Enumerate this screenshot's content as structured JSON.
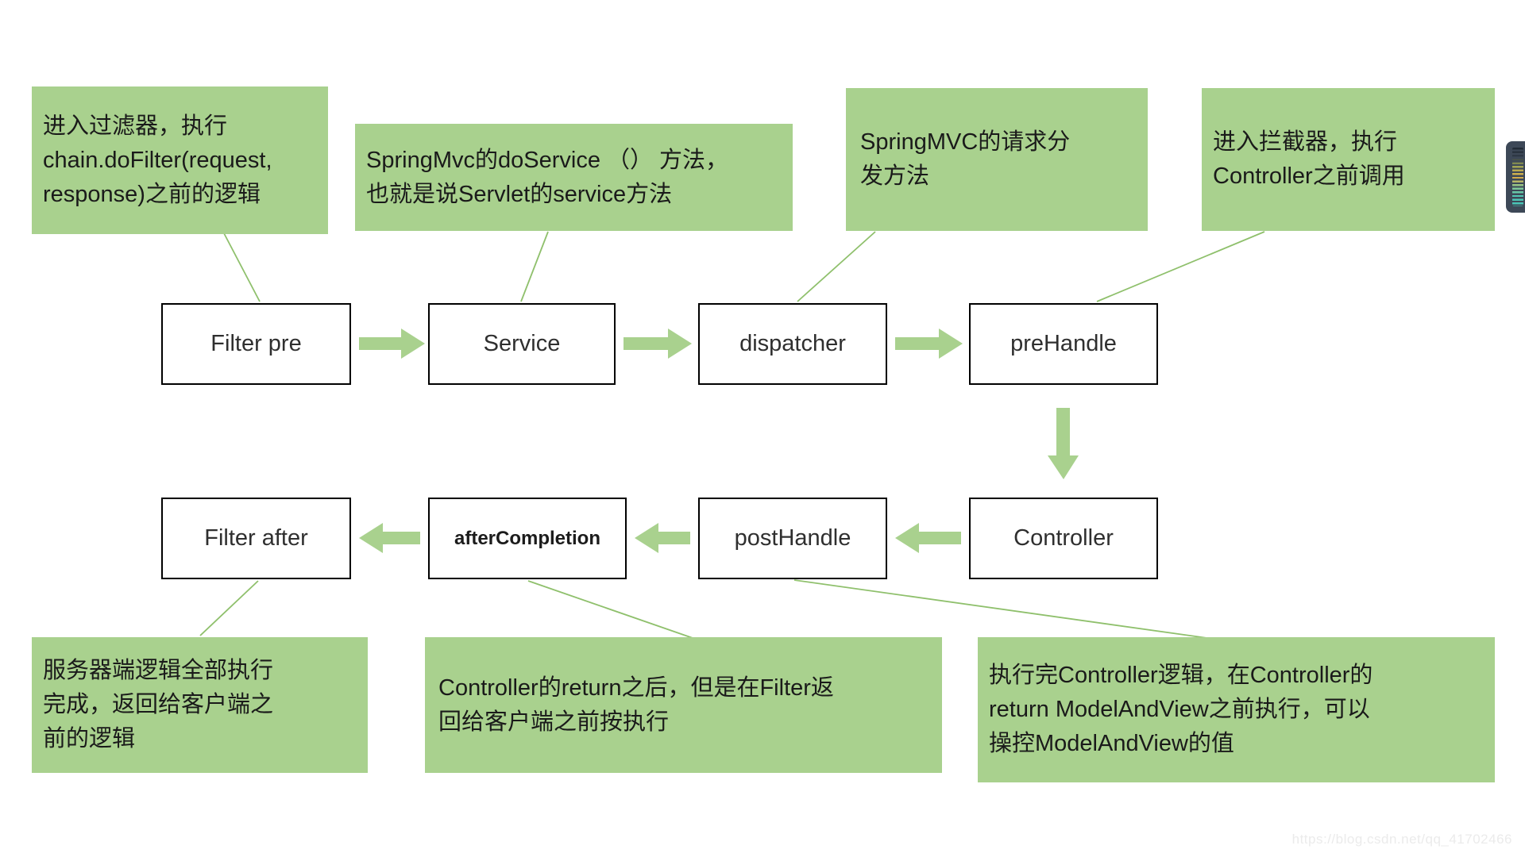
{
  "title": "SpringMVC Filter / Interceptor execution flow diagram",
  "colors": {
    "note_fill": "#a9d18e",
    "arrow_fill": "#a9d18e",
    "callout_line": "#8fc06c",
    "node_border": "#000000",
    "node_text": "#2f2f2f",
    "note_text": "#1a1a1a",
    "watermark_text": "#ebebeb",
    "widget_body": "#3d4857"
  },
  "nodes": {
    "row1": [
      {
        "label": "Filter pre"
      },
      {
        "label": "Service"
      },
      {
        "label": "dispatcher"
      },
      {
        "label": "preHandle"
      }
    ],
    "row2": [
      {
        "label": "Filter after"
      },
      {
        "label": "afterCompletion"
      },
      {
        "label": "postHandle"
      },
      {
        "label": "Controller"
      }
    ]
  },
  "notes": [
    {
      "id": "filter-pre",
      "text": "进入过滤器，执行\nchain.doFilter(request,\nresponse)之前的逻辑"
    },
    {
      "id": "service",
      "text": "SpringMvc的doService （） 方法，\n也就是说Servlet的service方法"
    },
    {
      "id": "dispatcher",
      "text": "SpringMVC的请求分\n发方法"
    },
    {
      "id": "prehandle",
      "text": "进入拦截器，执行\nController之前调用"
    },
    {
      "id": "filter-after",
      "text": "服务器端逻辑全部执行\n完成，返回给客户端之\n前的逻辑"
    },
    {
      "id": "aftercompletion",
      "text": "Controller的return之后，但是在Filter返\n回给客户端之前按执行"
    },
    {
      "id": "posthandle",
      "text": "执行完Controller逻辑，在Controller的\nreturn ModelAndView之前执行，可以\n操控ModelAndView的值"
    }
  ],
  "edges": {
    "flow_arrows": [
      {
        "from": "Filter pre",
        "to": "Service",
        "direction": "right"
      },
      {
        "from": "Service",
        "to": "dispatcher",
        "direction": "right"
      },
      {
        "from": "dispatcher",
        "to": "preHandle",
        "direction": "right"
      },
      {
        "from": "preHandle",
        "to": "Controller",
        "direction": "down"
      },
      {
        "from": "Controller",
        "to": "postHandle",
        "direction": "left"
      },
      {
        "from": "postHandle",
        "to": "afterCompletion",
        "direction": "left"
      },
      {
        "from": "afterCompletion",
        "to": "Filter after",
        "direction": "left"
      }
    ],
    "callout_lines": [
      {
        "note": "filter-pre",
        "node": "Filter pre"
      },
      {
        "note": "service",
        "node": "Service"
      },
      {
        "note": "dispatcher",
        "node": "dispatcher"
      },
      {
        "note": "prehandle",
        "node": "preHandle"
      },
      {
        "note": "filter-after",
        "node": "Filter after"
      },
      {
        "note": "aftercompletion",
        "node": "afterCompletion"
      },
      {
        "note": "posthandle",
        "node": "postHandle"
      }
    ]
  },
  "watermark": {
    "text": "https://blog.csdn.net/qq_41702466"
  },
  "widget": {
    "kind": "browser-extension-side-handle"
  }
}
